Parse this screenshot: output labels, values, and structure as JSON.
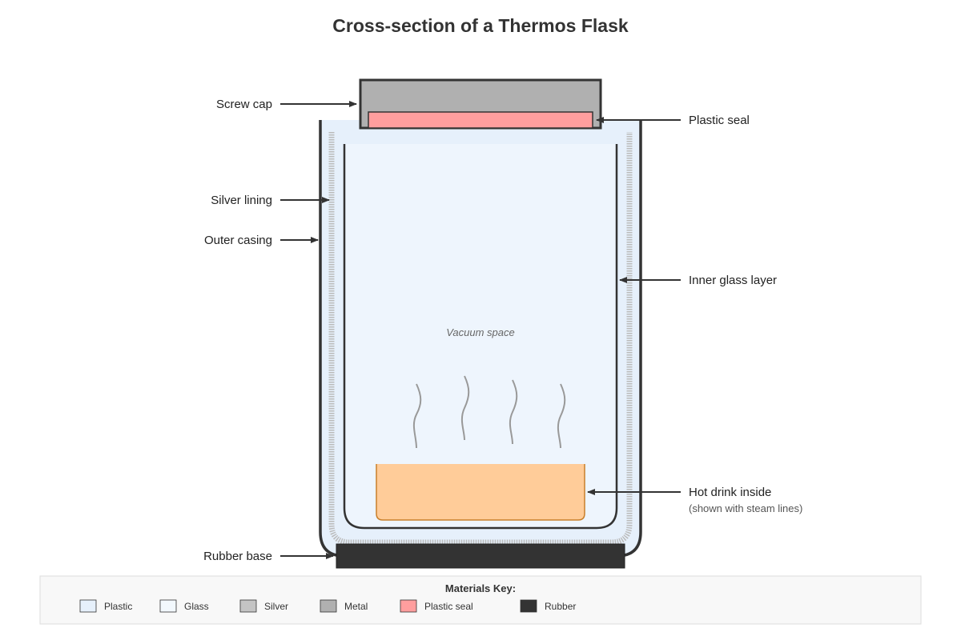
{
  "diagram": {
    "title": "Cross-section of a Thermos Flask",
    "vacuum_label": "Vacuum space",
    "labels": {
      "screw_cap": "Screw cap",
      "plastic_seal": "Plastic seal",
      "silver_lining": "Silver lining",
      "outer_casing": "Outer casing",
      "inner_glass": "Inner glass layer",
      "hot_drink": "Hot drink inside",
      "hot_drink_note": "(shown with steam lines)",
      "rubber_base": "Rubber base"
    }
  },
  "legend": {
    "title": "Materials Key:",
    "items": [
      {
        "label": "Plastic",
        "color": "#e6f0fb"
      },
      {
        "label": "Glass",
        "color": "#f2f8fd"
      },
      {
        "label": "Silver",
        "color": "#c4c4c4"
      },
      {
        "label": "Metal",
        "color": "#b0b0b0"
      },
      {
        "label": "Plastic seal",
        "color": "#ff9e9e"
      },
      {
        "label": "Rubber",
        "color": "#333333"
      }
    ]
  },
  "colors": {
    "outline": "#333333",
    "cap": "#b0b0b0",
    "seal": "#ff9e9e",
    "drink": "#ffcc99",
    "drink_outline": "#c87f2a",
    "inner_fill": "#eef5fd",
    "outer_fill": "#e6f0fb",
    "rubber": "#333333",
    "steam": "#999999",
    "lining": "#bbbbbb"
  }
}
